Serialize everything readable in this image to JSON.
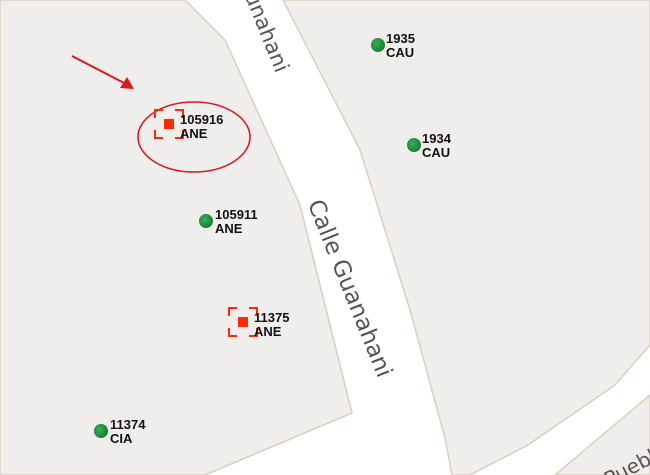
{
  "streets": {
    "street_top": "unahani",
    "street_main": "Calle Guanahani",
    "street_bottom": "Puebl"
  },
  "colors": {
    "block_fill": "#efeeec",
    "road_fill": "#ffffff",
    "block_edge": "#d9d0bd",
    "marker_green": "#1f8a3c",
    "selected_red": "#ff2a00",
    "annotation_red": "#e0161e"
  },
  "markers": [
    {
      "id": "1935",
      "code": "CAU",
      "style": "green-dot"
    },
    {
      "id": "1934",
      "code": "CAU",
      "style": "green-dot"
    },
    {
      "id": "105916",
      "code": "ANE",
      "style": "red-selected"
    },
    {
      "id": "105911",
      "code": "ANE",
      "style": "green-dot"
    },
    {
      "id": "11375",
      "code": "ANE",
      "style": "red-selected"
    },
    {
      "id": "11374",
      "code": "CIA",
      "style": "green-dot"
    }
  ],
  "annotation": {
    "type": "arrow-and-circle",
    "target": "105916"
  }
}
